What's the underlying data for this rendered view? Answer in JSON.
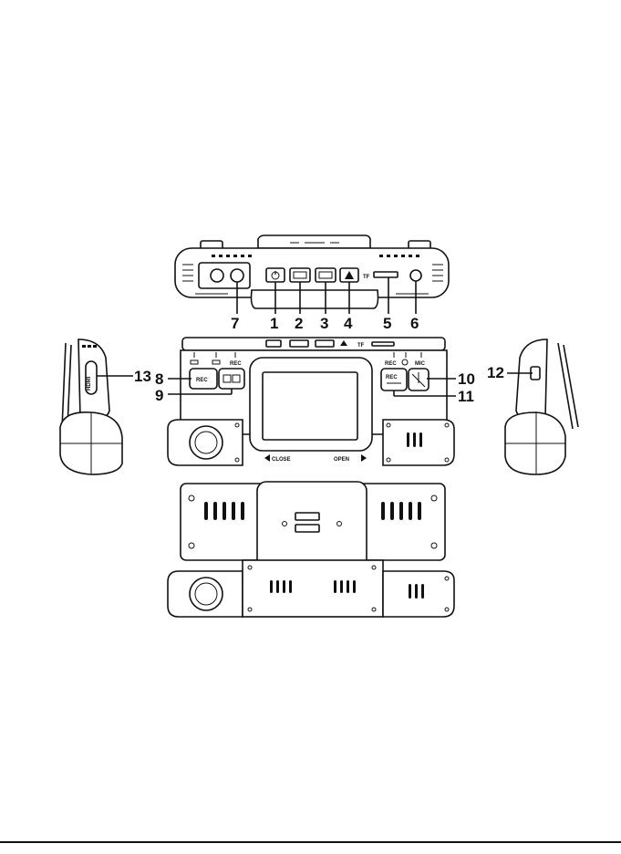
{
  "callouts": [
    "1",
    "2",
    "3",
    "4",
    "5",
    "6",
    "7",
    "8",
    "9",
    "10",
    "11",
    "12",
    "13"
  ],
  "labels": {
    "tf_top": "TF",
    "tf_mid": "TF",
    "rec_led_left": "REC",
    "rec_led_right": "REC",
    "mic_led": "MIC",
    "rec_button_left": "REC",
    "rec_button_right": "REC",
    "close": "CLOSE",
    "open": "OPEN",
    "hdmi": "HDMI"
  },
  "icons": {
    "power": "power-icon",
    "menu": "menu-icon",
    "mode": "mode-icon",
    "emergency": "warning-triangle-icon",
    "camera_switch": "camera-switch-icon",
    "microphone": "mic-mute-icon"
  }
}
